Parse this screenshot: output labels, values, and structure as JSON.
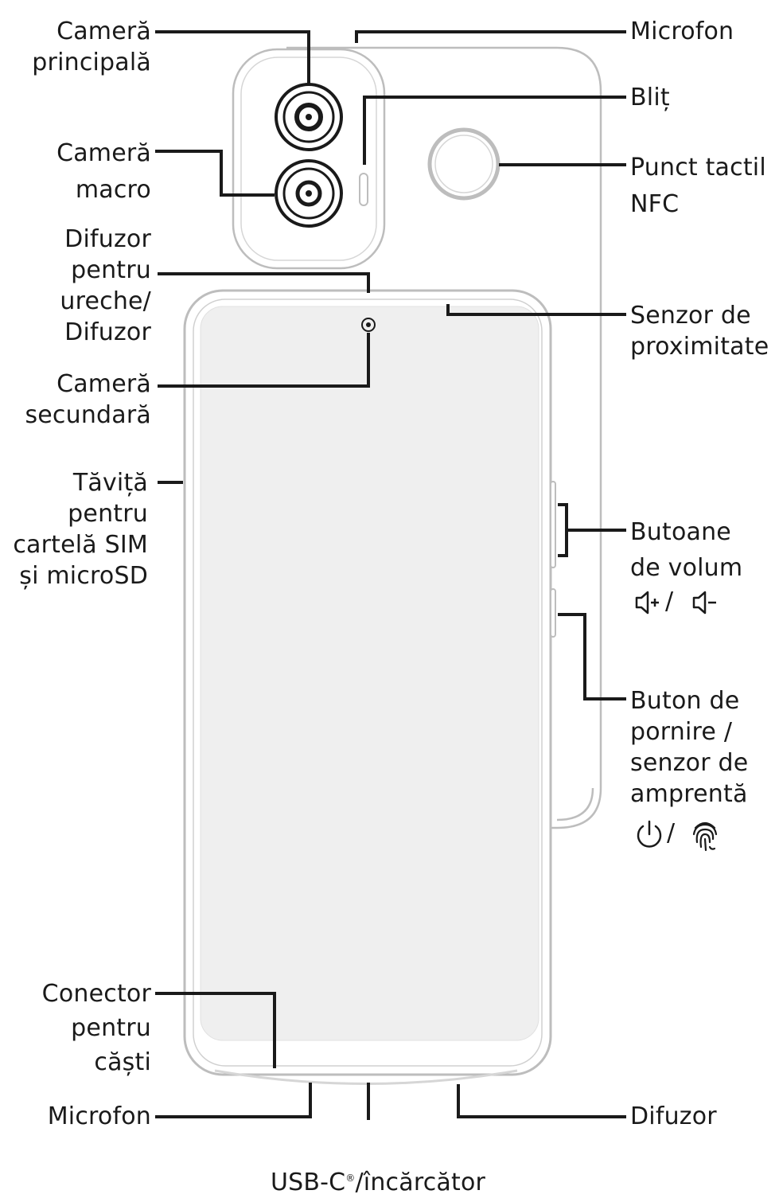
{
  "labels": {
    "main_camera": "Cameră\nprincipală",
    "macro_camera": "Cameră\nmacro",
    "earpiece": "Difuzor\npentru\nureche/\nDifuzor",
    "front_camera": "Cameră\nsecundară",
    "sim_tray": "Tăviță\npentru\ncartelă SIM\nși microSD",
    "headphone_jack": "Conector\npentru\ncăști",
    "microphone_bottom": "Microfon",
    "microphone_top": "Microfon",
    "flash": "Bliț",
    "nfc": "Punct tactil\nNFC",
    "proximity": "Senzor de\nproximitate",
    "volume": "Butoane\nde volum",
    "power": "Buton de\npornire /\nsenzor de\namprentă",
    "speaker": "Difuzor",
    "usb_main": "USB-C",
    "usb_reg": "®",
    "usb_rest": "/încărcător",
    "volume_sep": "/",
    "power_sep": "/"
  },
  "icons": {
    "volume_up": "volume-up-icon",
    "volume_down": "volume-down-icon",
    "power": "power-icon",
    "fingerprint": "fingerprint-icon"
  },
  "colors": {
    "line": "#1a1a1a",
    "outline": "#bdbdbd",
    "screen": "#efefef"
  }
}
